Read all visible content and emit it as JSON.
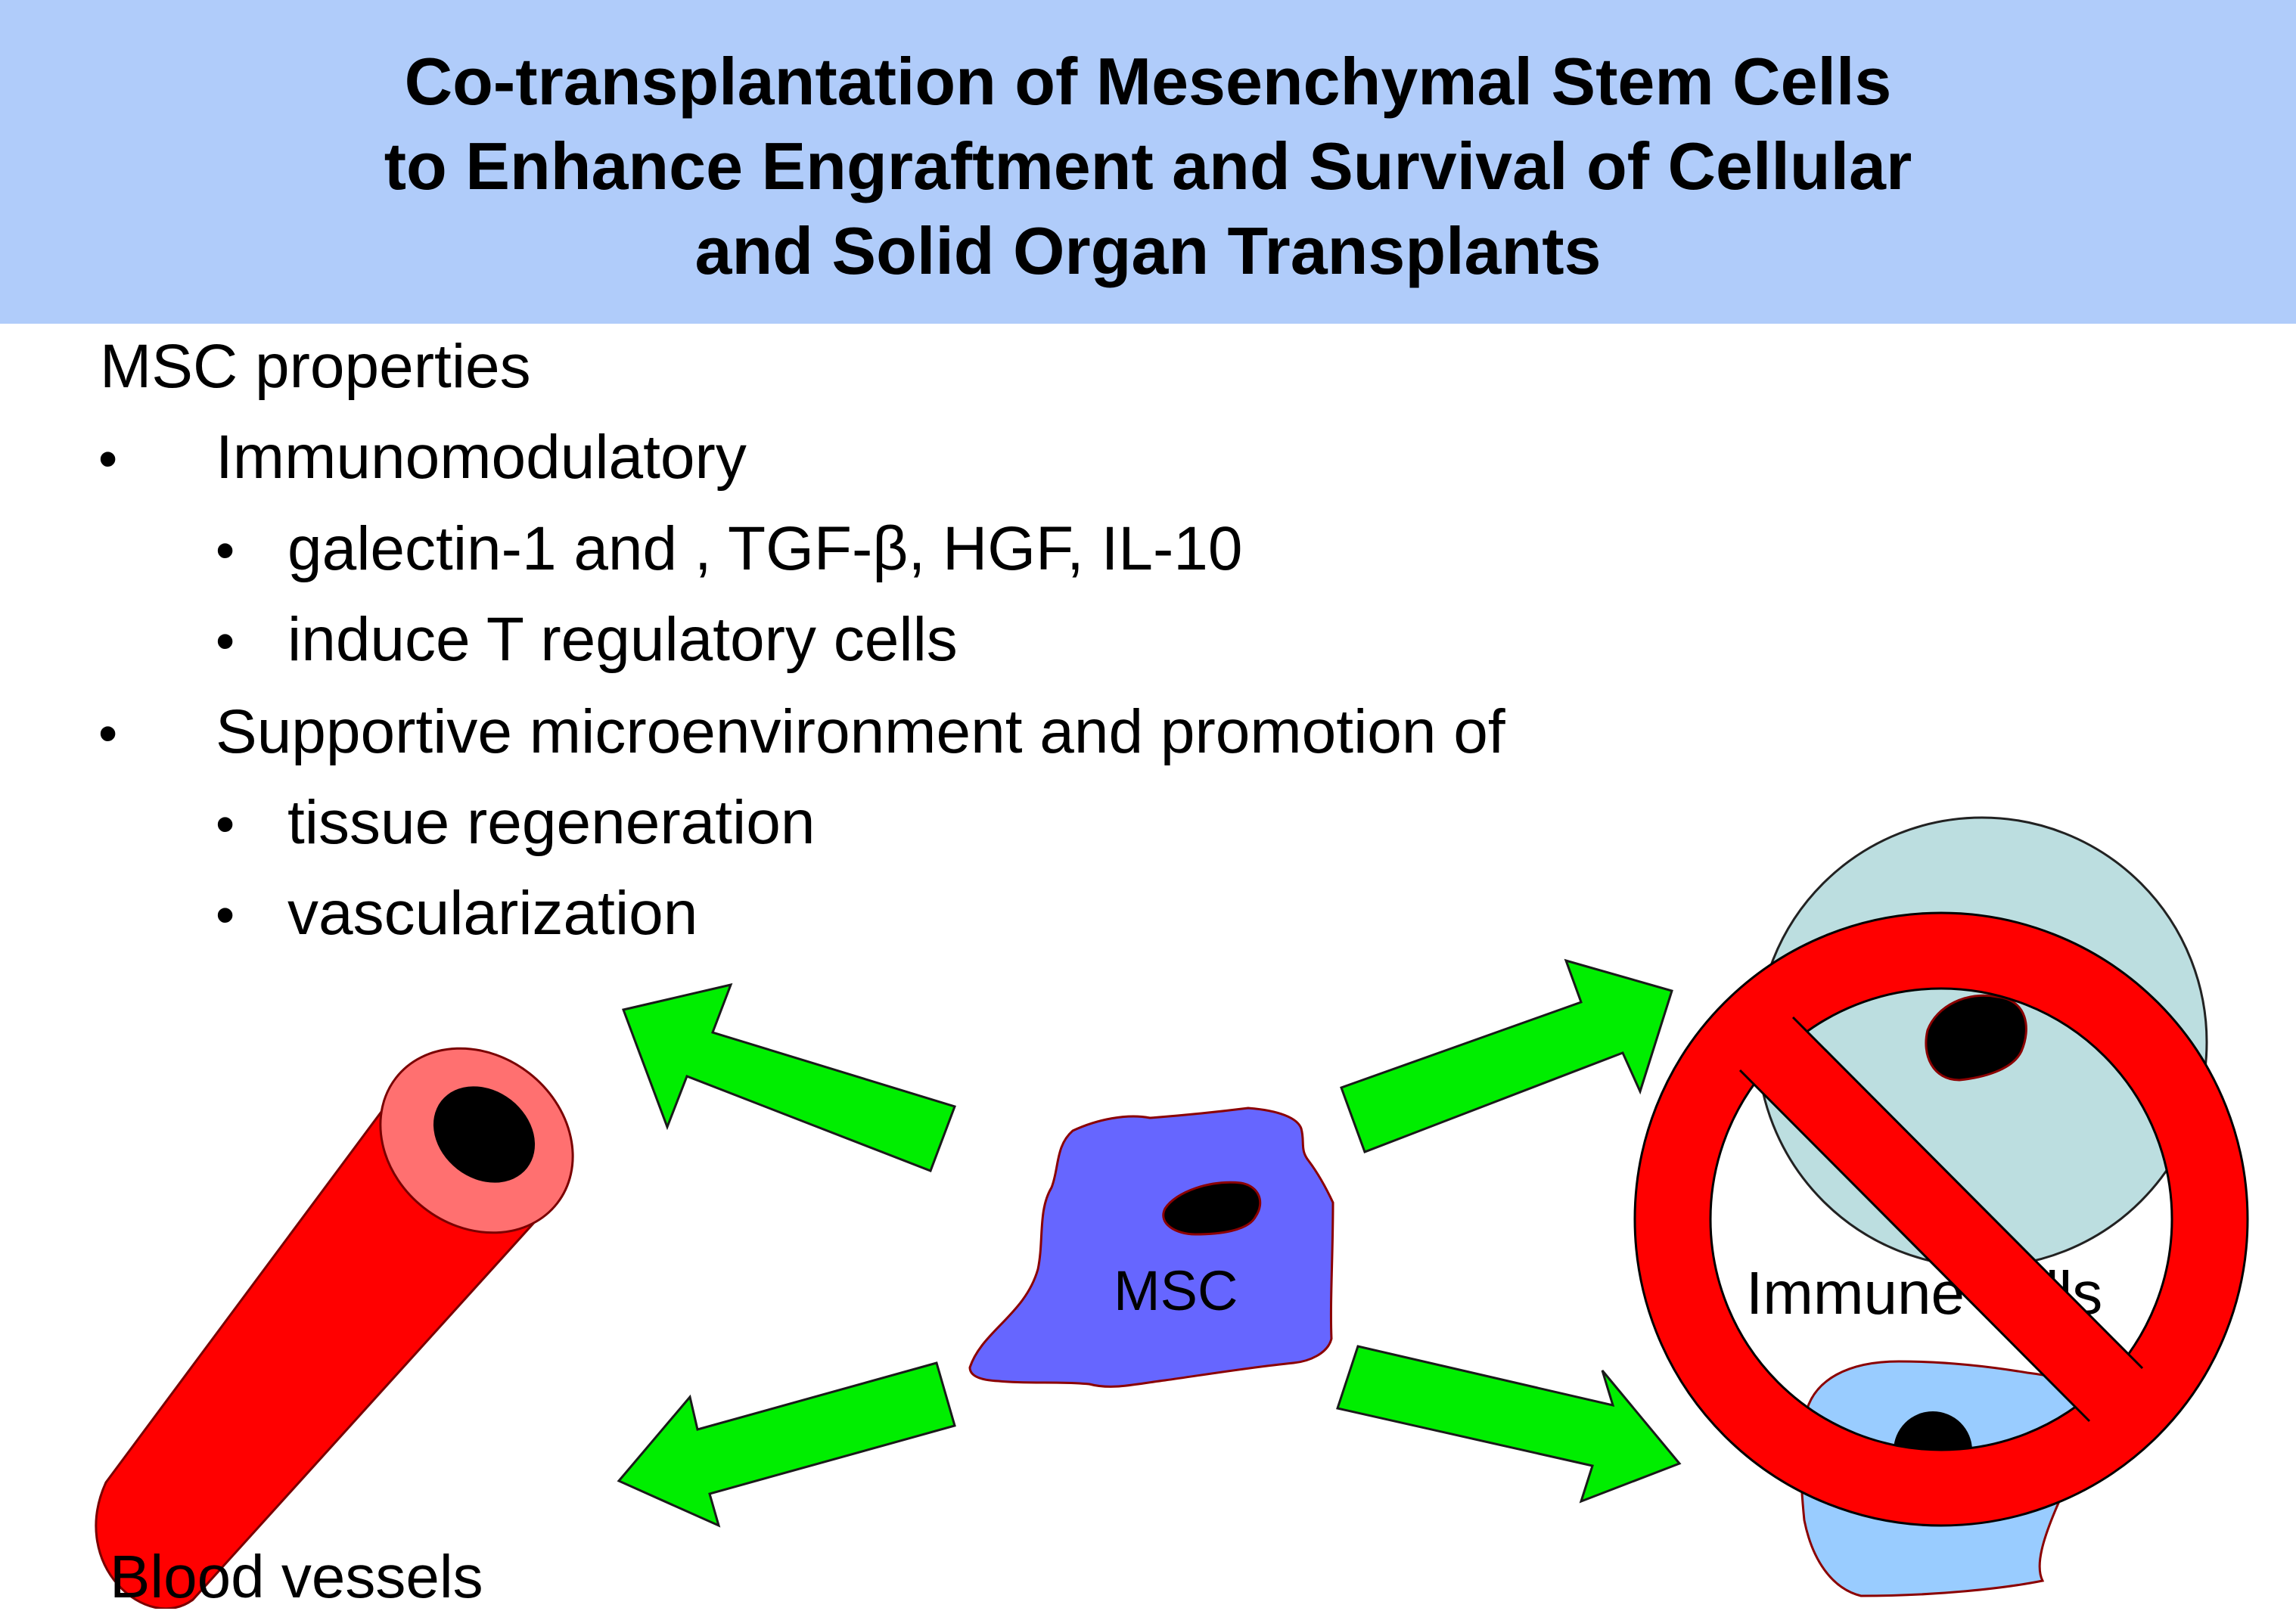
{
  "title": {
    "line1": "Co-transplantation of Mesenchymal Stem Cells",
    "line2": "to Enhance Engraftment and Survival of Cellular",
    "line3": "and Solid Organ Transplants"
  },
  "content": {
    "heading": "MSC properties",
    "bullet_glyph": "•",
    "items": [
      {
        "label": "Immunomodulatory",
        "sub": [
          "galectin-1 and , TGF-β, HGF, IL-10",
          "induce T regulatory cells"
        ]
      },
      {
        "label": "Supportive microenvironment and promotion of",
        "sub": [
          "tissue regeneration",
          "vascularization"
        ]
      }
    ]
  },
  "diagram": {
    "msc_label": "MSC",
    "immune_label": "Immune cells",
    "vessel_label": "Blood vessels"
  },
  "colors": {
    "header_bg": "#b0ccfa",
    "arrow": "#00ee00",
    "msc": "#6666ff",
    "vessel": "#ff0000",
    "vessel_rim": "#ff7070",
    "prohibit": "#ff0000",
    "immune_cell_1": "#bcdee0",
    "immune_cell_2": "#99ccff"
  }
}
